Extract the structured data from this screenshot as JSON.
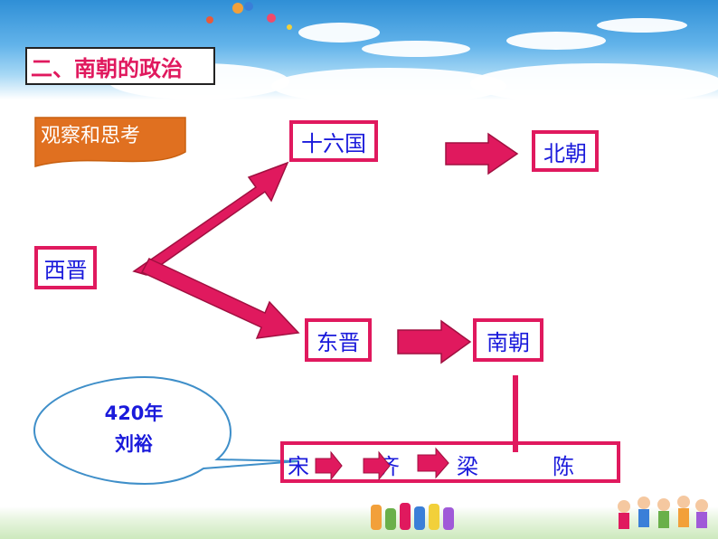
{
  "title": "二、南朝的政治",
  "observe_label": "观察和思考",
  "nodes": {
    "xijin": "西晋",
    "shiliuguo": "十六国",
    "beichao": "北朝",
    "dongjin": "东晋",
    "nanchao": "南朝"
  },
  "dynasties": [
    "宋",
    "齐",
    "梁",
    "陈"
  ],
  "bubble": {
    "year": "420年",
    "founder": "刘裕"
  },
  "colors": {
    "accent": "#e0195e",
    "text": "#1a1adb",
    "observe_box": "#e07020"
  }
}
